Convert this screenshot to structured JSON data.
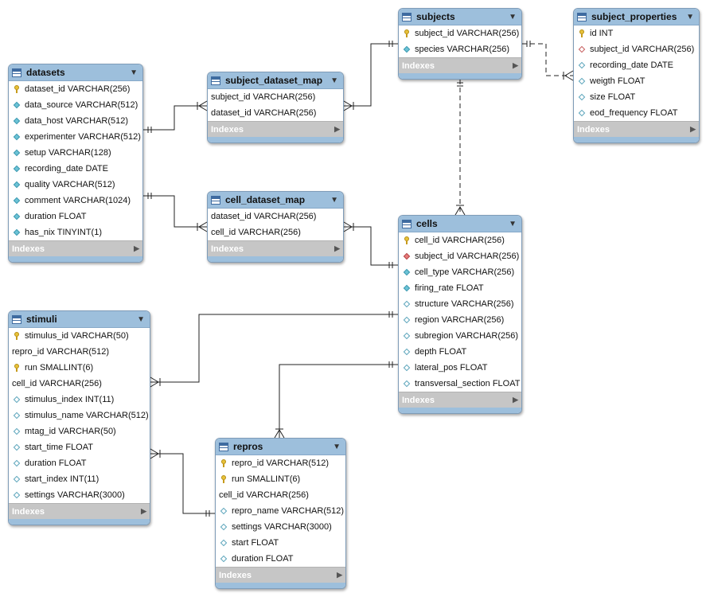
{
  "labels": {
    "indexes": "Indexes",
    "collapse": "▼",
    "expand": "▶"
  },
  "tables": {
    "datasets": {
      "name": "datasets",
      "columns": [
        {
          "icon": "key",
          "text": "dataset_id VARCHAR(256)"
        },
        {
          "icon": "col",
          "text": "data_source VARCHAR(512)"
        },
        {
          "icon": "col",
          "text": "data_host VARCHAR(512)"
        },
        {
          "icon": "col",
          "text": "experimenter VARCHAR(512)"
        },
        {
          "icon": "col",
          "text": "setup VARCHAR(128)"
        },
        {
          "icon": "col",
          "text": "recording_date DATE"
        },
        {
          "icon": "col",
          "text": "quality VARCHAR(512)"
        },
        {
          "icon": "col",
          "text": "comment VARCHAR(1024)"
        },
        {
          "icon": "col",
          "text": "duration FLOAT"
        },
        {
          "icon": "col",
          "text": "has_nix TINYINT(1)"
        }
      ]
    },
    "subject_dataset_map": {
      "name": "subject_dataset_map",
      "columns": [
        {
          "icon": "none",
          "text": "subject_id VARCHAR(256)"
        },
        {
          "icon": "none",
          "text": "dataset_id VARCHAR(256)"
        }
      ]
    },
    "cell_dataset_map": {
      "name": "cell_dataset_map",
      "columns": [
        {
          "icon": "none",
          "text": "dataset_id VARCHAR(256)"
        },
        {
          "icon": "none",
          "text": "cell_id VARCHAR(256)"
        }
      ]
    },
    "subjects": {
      "name": "subjects",
      "columns": [
        {
          "icon": "key",
          "text": "subject_id VARCHAR(256)"
        },
        {
          "icon": "col",
          "text": "species VARCHAR(256)"
        }
      ]
    },
    "subject_properties": {
      "name": "subject_properties",
      "columns": [
        {
          "icon": "key",
          "text": "id INT"
        },
        {
          "icon": "fkh",
          "text": "subject_id VARCHAR(256)"
        },
        {
          "icon": "colh",
          "text": "recording_date DATE"
        },
        {
          "icon": "colh",
          "text": "weigth FLOAT"
        },
        {
          "icon": "colh",
          "text": "size FLOAT"
        },
        {
          "icon": "colh",
          "text": "eod_frequency FLOAT"
        }
      ]
    },
    "cells": {
      "name": "cells",
      "columns": [
        {
          "icon": "key",
          "text": "cell_id VARCHAR(256)"
        },
        {
          "icon": "fk",
          "text": "subject_id VARCHAR(256)"
        },
        {
          "icon": "col",
          "text": "cell_type VARCHAR(256)"
        },
        {
          "icon": "col",
          "text": "firing_rate FLOAT"
        },
        {
          "icon": "colh",
          "text": "structure VARCHAR(256)"
        },
        {
          "icon": "colh",
          "text": "region VARCHAR(256)"
        },
        {
          "icon": "colh",
          "text": "subregion VARCHAR(256)"
        },
        {
          "icon": "colh",
          "text": "depth FLOAT"
        },
        {
          "icon": "colh",
          "text": "lateral_pos FLOAT"
        },
        {
          "icon": "colh",
          "text": "transversal_section FLOAT"
        }
      ]
    },
    "stimuli": {
      "name": "stimuli",
      "columns": [
        {
          "icon": "key",
          "text": "stimulus_id VARCHAR(50)"
        },
        {
          "icon": "none",
          "text": "repro_id VARCHAR(512)"
        },
        {
          "icon": "key",
          "text": "run SMALLINT(6)"
        },
        {
          "icon": "none",
          "text": "cell_id VARCHAR(256)"
        },
        {
          "icon": "colh",
          "text": "stimulus_index INT(11)"
        },
        {
          "icon": "colh",
          "text": "stimulus_name VARCHAR(512)"
        },
        {
          "icon": "colh",
          "text": "mtag_id VARCHAR(50)"
        },
        {
          "icon": "colh",
          "text": "start_time FLOAT"
        },
        {
          "icon": "colh",
          "text": "duration FLOAT"
        },
        {
          "icon": "colh",
          "text": "start_index INT(11)"
        },
        {
          "icon": "colh",
          "text": "settings VARCHAR(3000)"
        }
      ]
    },
    "repros": {
      "name": "repros",
      "columns": [
        {
          "icon": "key",
          "text": "repro_id VARCHAR(512)"
        },
        {
          "icon": "key",
          "text": "run SMALLINT(6)"
        },
        {
          "icon": "none",
          "text": "cell_id VARCHAR(256)"
        },
        {
          "icon": "colh",
          "text": "repro_name VARCHAR(512)"
        },
        {
          "icon": "colh",
          "text": "settings VARCHAR(3000)"
        },
        {
          "icon": "colh",
          "text": "start FLOAT"
        },
        {
          "icon": "colh",
          "text": "duration FLOAT"
        }
      ]
    }
  }
}
